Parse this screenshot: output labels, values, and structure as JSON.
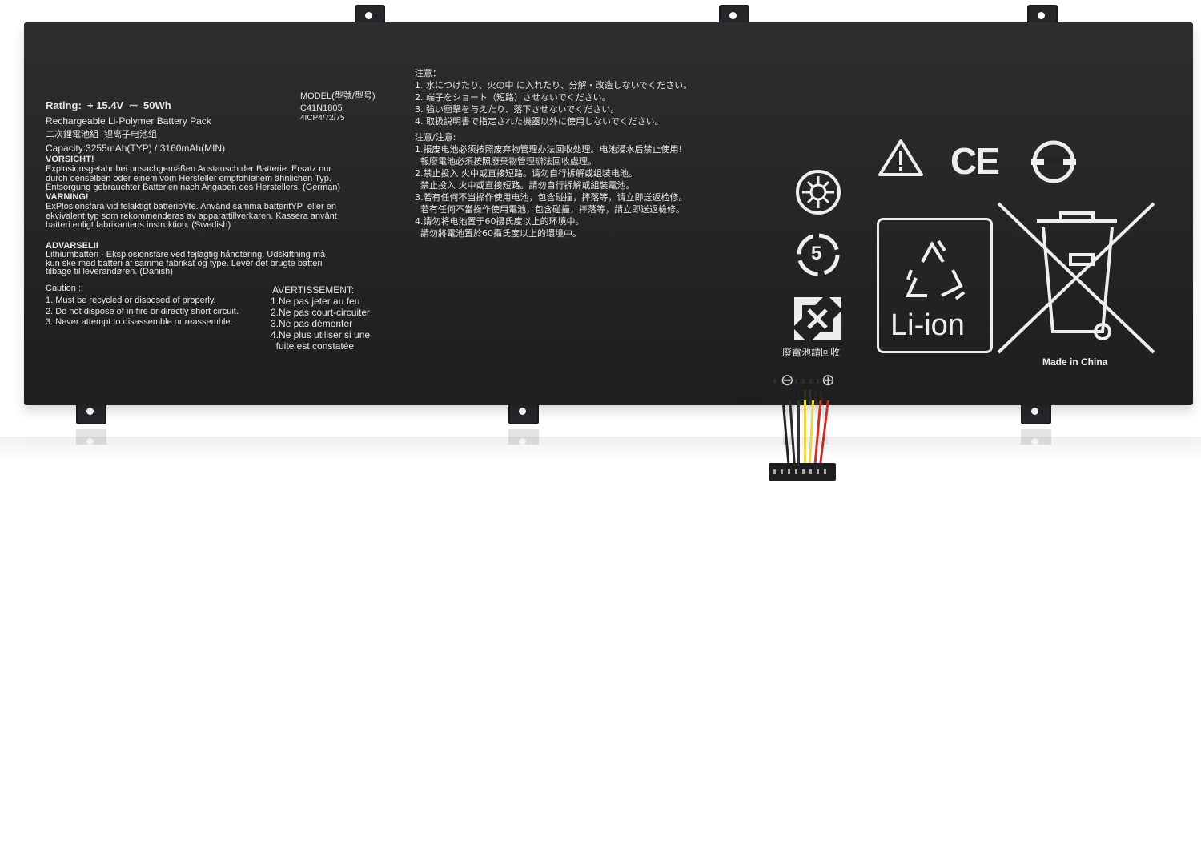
{
  "label": {
    "rating": "Rating:  + 15.4V  ⎓  50Wh",
    "pack_type": "Rechargeable Li-Polymer Battery Pack",
    "pack_type_cn": "二次鋰電池組  锂离子电池组",
    "capacity": "Capacity:3255mAh(TYP) / 3160mAh(MIN)",
    "model_label": "MODEL(型號/型号)",
    "model": "C41N1805",
    "cell_code": "4ICP4/72/75",
    "german_heading": "VORSICHT!",
    "german_text": "Explosionsgetahr bei unsachgemäßen Austausch der Batterie. Ersatz nur\ndurch denselben oder einem vom Hersteller empfohlenem ähnlichen Typ.\nEntsorgung gebrauchter Batterien nach Angaben des Herstellers. (German)",
    "swedish_heading": "VARNING!",
    "swedish_text": "ExPlosionsfara vid felaktigt batteribYte. Använd samma batteritYP  eller en\nekvivalent typ som rekommenderas av apparattillverkaren. Kassera använt\nbatteri enligt fabrikantens instruktion. (Swedish)",
    "danish_heading": "ADVARSELII",
    "danish_text": "Lithiumbatteri - Eksplosionsfare ved fejlagtig håndtering. Udskiftning må\nkun ske med batteri af samme fabrikat og type. Levér det brugte batteri\ntilbage til leverandøren. (Danish)",
    "caution_heading": "Caution :",
    "caution_items": [
      "1. Must be recycled or disposed of properly.",
      "2. Do not dispose of in fire or directly short circuit.",
      "3. Never attempt to disassemble or reassemble."
    ],
    "avert_heading": "AVERTISSEMENT:",
    "avert_items": [
      "1.Ne pas jeter au feu",
      "2.Ne pas court-circuiter",
      "3.Ne pas démonter",
      "4.Ne plus utiliser si une",
      "  fuite est constatée"
    ],
    "jp_heading": "注意：",
    "jp_items": [
      "1. 水につけたり、火の中 に入れたり、分解・改造しないでください。",
      "2. 端子をショート（短路）させないでください。",
      "3. 強い衝撃を与えたり、落下させないでください。",
      "4. 取扱説明書で指定された機器以外に使用しないでください。"
    ],
    "cn_heading": "注意/注意:",
    "cn_items": [
      "1.报废电池必须按照废弃物管理办法回收处理。电池浸水后禁止使用!",
      "  報廢電池必須按照廢棄物管理辦法回收處理。",
      "2.禁止投入 火中或直接短路。请勿自行拆解或组装电池。",
      "  禁止投入 火中或直接短路。請勿自行拆解或組裝電池。",
      "3.若有任何不当操作使用电池，包含碰撞，摔落等，请立即送返检修。",
      "  若有任何不當操作使用電池，包含碰撞，摔落等，請立即送返檢修。",
      "4.请勿将电池置于60摄氏度以上的环境中。",
      "  請勿將電池置於60攝氏度以上的環境中。"
    ],
    "recycle_cn": "廢電池請回收",
    "liion": "Li-ion",
    "recycle_number": "5",
    "ce_mark": "CE",
    "made_in": "Made in China",
    "minus": "⊖",
    "plus": "⊕"
  },
  "colors": {
    "battery_body": "#252628",
    "label_text": "#e8e8e8",
    "wire_black": "#222222",
    "wire_yellow": "#e8d84a",
    "wire_red": "#c8332c",
    "background": "#ffffff"
  }
}
